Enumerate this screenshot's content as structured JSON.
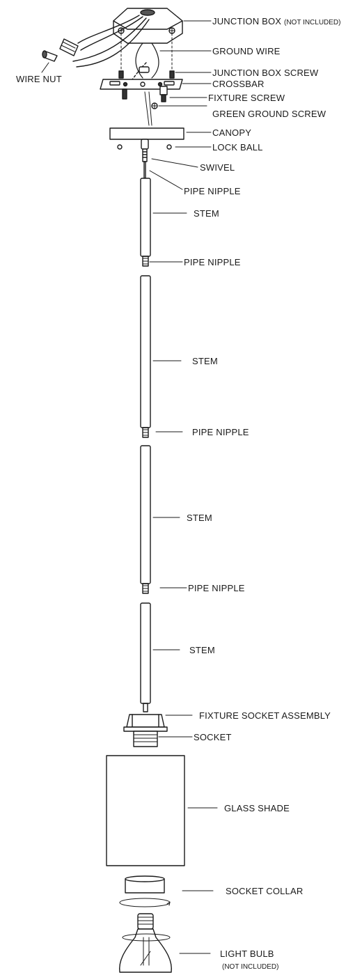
{
  "diagram": {
    "parts": {
      "junction_box": "JUNCTION BOX",
      "junction_box_note": "(NOT INCLUDED)",
      "ground_wire": "GROUND WIRE",
      "wire_nut": "WIRE NUT",
      "junction_box_screw": "JUNCTION BOX SCREW",
      "crossbar": "CROSSBAR",
      "fixture_screw": "FIXTURE SCREW",
      "green_ground_screw": "GREEN GROUND SCREW",
      "canopy": "CANOPY",
      "lock_ball": "LOCK BALL",
      "swivel": "SWIVEL",
      "pipe_nipple": "PIPE NIPPLE",
      "stem": "STEM",
      "fixture_socket_assembly": "FIXTURE SOCKET ASSEMBLY",
      "socket": "SOCKET",
      "glass_shade": "GLASS SHADE",
      "socket_collar": "SOCKET COLLAR",
      "light_bulb": "LIGHT BULB",
      "light_bulb_note": "(NOT INCLUDED)"
    }
  }
}
